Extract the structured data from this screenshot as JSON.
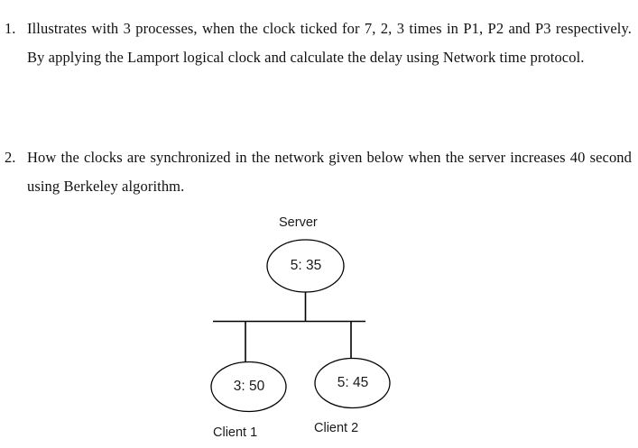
{
  "document": {
    "background_color": "#ffffff",
    "text_color": "#111111",
    "line_color": "#000000"
  },
  "questions": [
    {
      "number": "1.",
      "text": "Illustrates with 3 processes, when the clock ticked for 7, 2, 3 times in P1, P2 and P3 respectively. By applying the Lamport logical clock and calculate the delay using Network time protocol."
    },
    {
      "number": "2.",
      "text": "How the clocks are synchronized in the network given below when the server increases 40 second using Berkeley algorithm."
    }
  ],
  "diagram": {
    "type": "network-bus-topology",
    "nodes": [
      {
        "id": "server",
        "label": "Server",
        "value": "5: 35"
      },
      {
        "id": "client1",
        "label": "Client 1",
        "value": "3: 50"
      },
      {
        "id": "client2",
        "label": "Client 2",
        "value": "5: 45"
      }
    ]
  }
}
